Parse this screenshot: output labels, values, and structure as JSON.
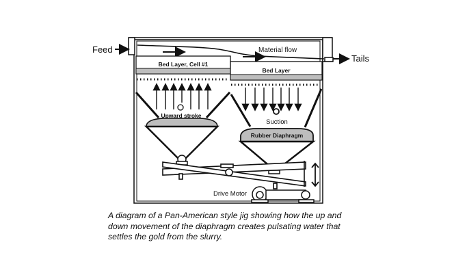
{
  "diagram": {
    "labels": {
      "feed": "Feed",
      "tails": "Tails",
      "material_flow": "Material flow",
      "bed_layer_cell1": "Bed Layer, Cell #1",
      "bed_layer": "Bed Layer",
      "upward_stroke": "Upward stroke",
      "suction": "Suction",
      "rubber_diaphragm": "Rubber Diaphragm",
      "drive_motor": "Drive Motor"
    },
    "colors": {
      "line": "#111111",
      "gray_fill": "#bdbdbd"
    }
  },
  "caption": {
    "lines": [
      "A diagram of a Pan-American style jig showing how the up and",
      "down movement of the diaphragm creates pulsating water that",
      "settles the gold from the slurry."
    ]
  }
}
